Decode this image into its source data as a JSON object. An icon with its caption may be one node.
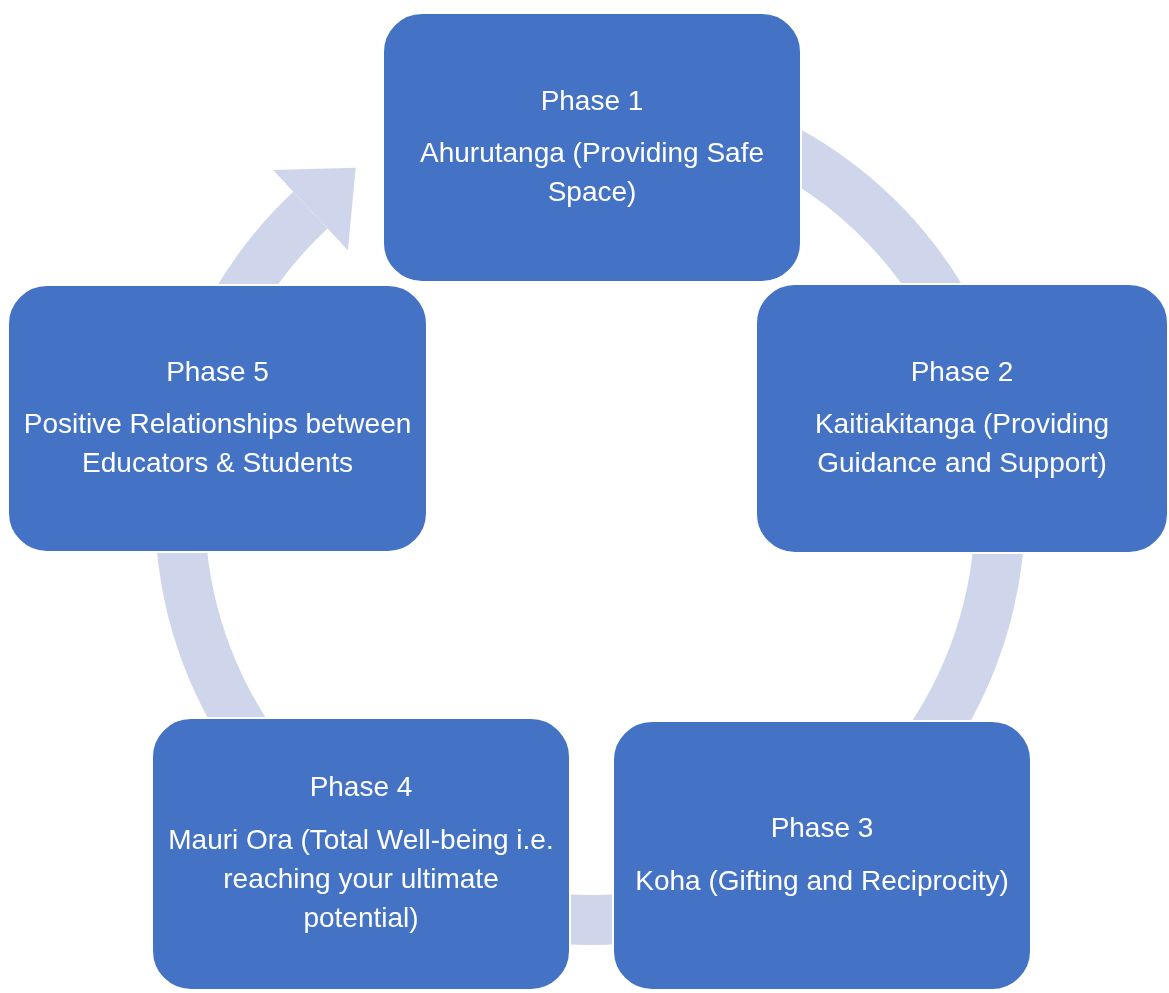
{
  "diagram": {
    "nodes": [
      {
        "text": [
          "Phase 1",
          "Ahurutanga (Providing Safe Space)"
        ]
      },
      {
        "text": [
          "Phase 2",
          "Kaitiakitanga (Providing Guidance and Support)"
        ]
      },
      {
        "text": [
          "Phase 3",
          "Koha (Gifting and Reciprocity)"
        ]
      },
      {
        "text": [
          "Phase 4",
          "Mauri Ora (Total Well-being i.e. reaching your ultimate potential)"
        ]
      },
      {
        "text": [
          "Phase 5",
          "Positive Relationships between Educators & Students"
        ]
      }
    ],
    "edges": [
      {
        "from": 0,
        "to": 1,
        "arrow": "none"
      },
      {
        "from": 1,
        "to": 2,
        "arrow": "none"
      },
      {
        "from": 2,
        "to": 3,
        "arrow": "none"
      },
      {
        "from": 3,
        "to": 4,
        "arrow": "none"
      },
      {
        "from": 4,
        "to": 0,
        "arrow": "to"
      }
    ]
  }
}
